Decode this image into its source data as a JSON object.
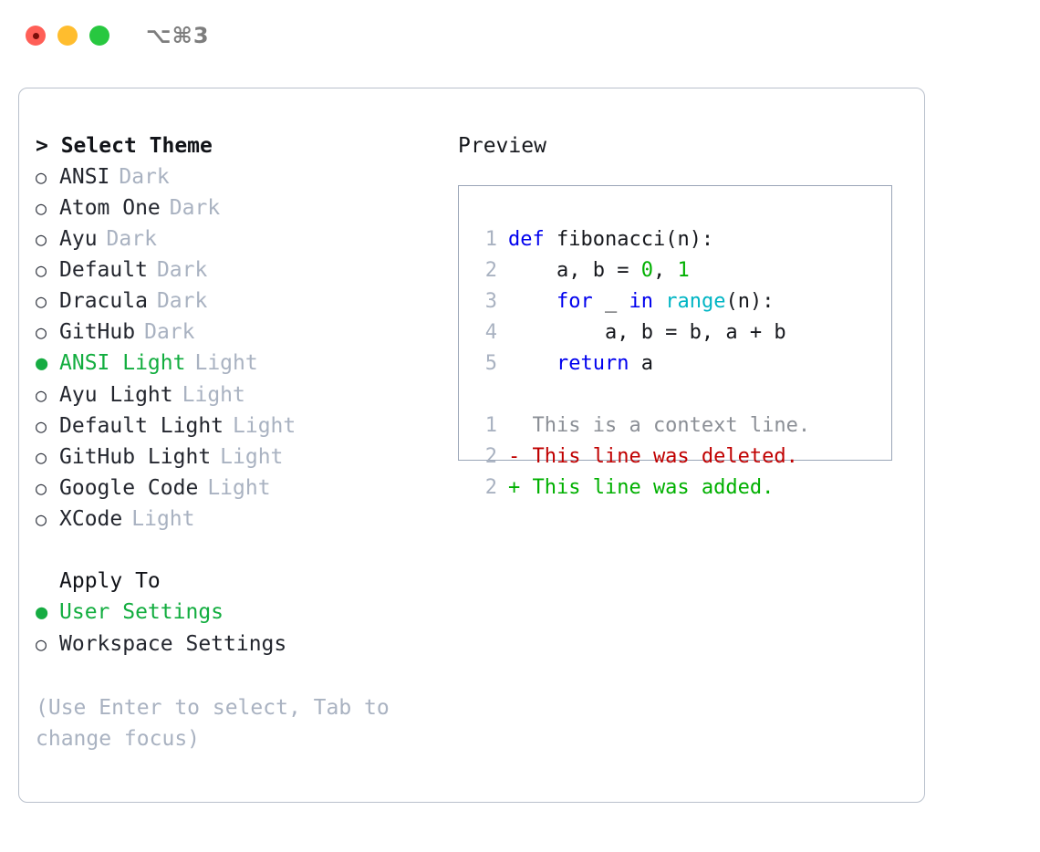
{
  "window": {
    "shortcut": "⌥⌘3",
    "traffic_lights": [
      "close",
      "minimize",
      "zoom"
    ]
  },
  "theme_selector": {
    "header_prefix": "> ",
    "header": "Select Theme",
    "bullet_selected": "●",
    "bullet_unselected": "○",
    "items": [
      {
        "label": "ANSI",
        "suffix": "Dark",
        "selected": false
      },
      {
        "label": "Atom One",
        "suffix": "Dark",
        "selected": false
      },
      {
        "label": "Ayu",
        "suffix": "Dark",
        "selected": false
      },
      {
        "label": "Default",
        "suffix": "Dark",
        "selected": false
      },
      {
        "label": "Dracula",
        "suffix": "Dark",
        "selected": false
      },
      {
        "label": "GitHub",
        "suffix": "Dark",
        "selected": false
      },
      {
        "label": "ANSI Light",
        "suffix": "Light",
        "selected": true
      },
      {
        "label": "Ayu Light",
        "suffix": "Light",
        "selected": false
      },
      {
        "label": "Default Light",
        "suffix": "Light",
        "selected": false
      },
      {
        "label": "GitHub Light",
        "suffix": "Light",
        "selected": false
      },
      {
        "label": "Google Code",
        "suffix": "Light",
        "selected": false
      },
      {
        "label": "XCode",
        "suffix": "Light",
        "selected": false
      }
    ]
  },
  "apply_to": {
    "header": "Apply To",
    "items": [
      {
        "label": "User Settings",
        "selected": true
      },
      {
        "label": "Workspace Settings",
        "selected": false
      }
    ]
  },
  "hint": "(Use Enter to select, Tab to change focus)",
  "preview": {
    "title": "Preview",
    "code_lines": [
      {
        "number": "1",
        "tokens": [
          {
            "text": "def",
            "kind": "kw"
          },
          {
            "text": " fibonacci(n):",
            "kind": "plain"
          }
        ]
      },
      {
        "number": "2",
        "tokens": [
          {
            "text": "    a, b = ",
            "kind": "plain"
          },
          {
            "text": "0",
            "kind": "num"
          },
          {
            "text": ", ",
            "kind": "plain"
          },
          {
            "text": "1",
            "kind": "num"
          }
        ]
      },
      {
        "number": "3",
        "tokens": [
          {
            "text": "    ",
            "kind": "plain"
          },
          {
            "text": "for",
            "kind": "kw"
          },
          {
            "text": " _ ",
            "kind": "plain"
          },
          {
            "text": "in",
            "kind": "kw"
          },
          {
            "text": " ",
            "kind": "plain"
          },
          {
            "text": "range",
            "kind": "fn"
          },
          {
            "text": "(n):",
            "kind": "plain"
          }
        ]
      },
      {
        "number": "4",
        "tokens": [
          {
            "text": "        a, b = b, a + b",
            "kind": "plain"
          }
        ]
      },
      {
        "number": "5",
        "tokens": [
          {
            "text": "    ",
            "kind": "plain"
          },
          {
            "text": "return",
            "kind": "kw"
          },
          {
            "text": " a",
            "kind": "plain"
          }
        ]
      }
    ],
    "diff_lines": [
      {
        "number": "1",
        "marker": "  ",
        "text": "This is a context line.",
        "kind": "ctx"
      },
      {
        "number": "2",
        "marker": "- ",
        "text": "This line was deleted.",
        "kind": "del"
      },
      {
        "number": "2",
        "marker": "+ ",
        "text": "This line was added.",
        "kind": "add"
      }
    ]
  },
  "colors": {
    "accent_green": "#12ad3f",
    "muted": "#a9b2c1",
    "keyword_blue": "#0000ee",
    "function_cyan": "#00b5c4",
    "number_green": "#00b000",
    "diff_delete": "#c00000",
    "diff_add": "#00b000",
    "panel_border": "#b9c0cc",
    "preview_border": "#9aa5b7",
    "tl_close": "#ff5f57",
    "tl_minimize": "#ffbd2e",
    "tl_zoom": "#28c840"
  }
}
